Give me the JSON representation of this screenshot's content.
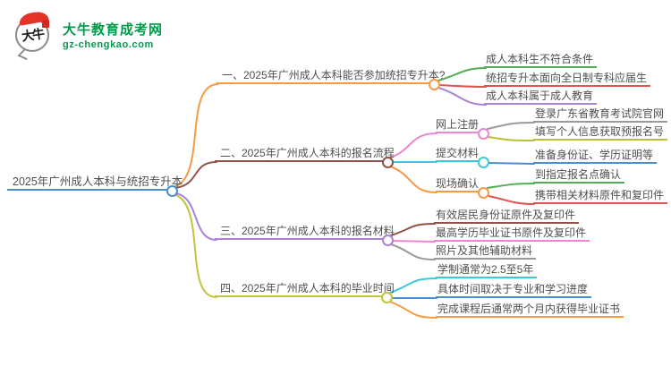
{
  "header": {
    "site_name": "大牛教育成考网",
    "site_domain": "gz-chengkao.com",
    "logo_characters": "大牛",
    "brand_color": "#009b4c",
    "logo_accent_color": "#e5332a",
    "logo_seal_color": "#cf2a22"
  },
  "mindmap": {
    "root": {
      "label": "2025年广州成人本科与统招专升本",
      "color": "#4a8fd0"
    },
    "branches": [
      {
        "label": "一、2025年广州成人本科能否参加统招专升本?",
        "color": "#f79a43",
        "children": [
          {
            "label": "成人本科生不符合条件",
            "color": "#53ad53"
          },
          {
            "label": "统招专升本面向全日制专科应届生",
            "color": "#e05450"
          },
          {
            "label": "成人本科属于成人教育",
            "color": "#a983d6"
          }
        ]
      },
      {
        "label": "二、2025年广州成人本科的报名流程",
        "color": "#8f5349",
        "children": [
          {
            "label": "网上注册",
            "color": "#ee85d0",
            "children": [
              {
                "label": "登录广东省教育考试院官网",
                "color": "#9a9a9a"
              },
              {
                "label": "填写个人信息获取预报名号",
                "color": "#bcbf3a"
              }
            ]
          },
          {
            "label": "提交材料",
            "color": "#3fc8dc",
            "children": [
              {
                "label": "准备身份证、学历证明等",
                "color": "#4a8fd0"
              }
            ]
          },
          {
            "label": "现场确认",
            "color": "#f79a43",
            "children": [
              {
                "label": "到指定报名点确认",
                "color": "#53ad53"
              },
              {
                "label": "携带相关材料原件和复印件",
                "color": "#e05450"
              }
            ]
          }
        ]
      },
      {
        "label": "三、2025年广州成人本科的报名材料",
        "color": "#a983d6",
        "children": [
          {
            "label": "有效居民身份证原件及复印件",
            "color": "#8f5349"
          },
          {
            "label": "最高学历毕业证书原件及复印件",
            "color": "#ee85d0"
          },
          {
            "label": "照片及其他辅助材料",
            "color": "#9a9a9a"
          }
        ]
      },
      {
        "label": "四、2025年广州成人本科的毕业时间",
        "color": "#c2c43c",
        "children": [
          {
            "label": "学制通常为2.5至5年",
            "color": "#3fc8dc"
          },
          {
            "label": "具体时间取决于专业和学习进度",
            "color": "#4a8fd0"
          },
          {
            "label": "完成课程后通常两个月内获得毕业证书",
            "color": "#f79a43"
          }
        ]
      }
    ]
  }
}
